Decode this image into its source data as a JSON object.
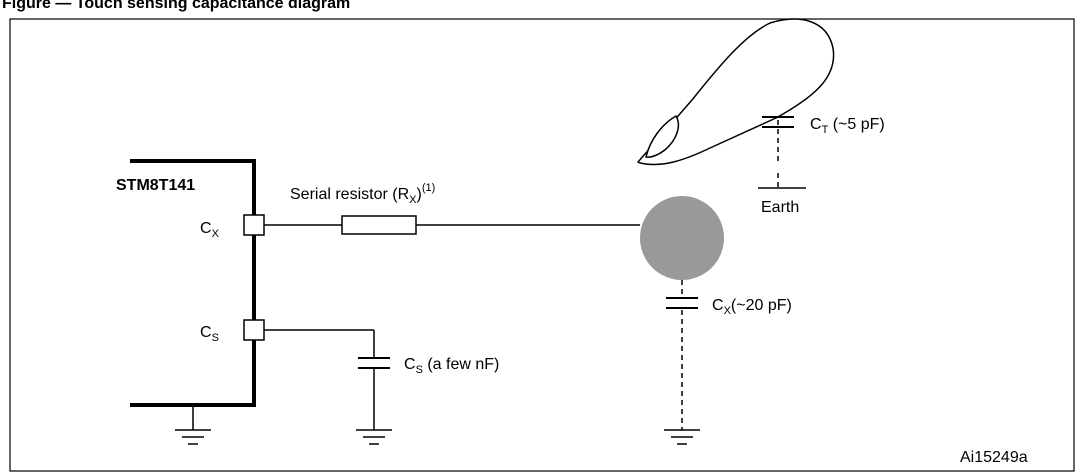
{
  "figure": {
    "header_text": "Figure — Touch sensing capacitance diagram",
    "reference": "Ai15249a"
  },
  "chip": {
    "name": "STM8T141",
    "pin_cx": {
      "main": "C",
      "sub": "X"
    },
    "pin_cs": {
      "main": "C",
      "sub": "S"
    }
  },
  "resistor": {
    "prefix": "Serial resistor (R",
    "sub": "X",
    "suffix": ")",
    "note": "(1)"
  },
  "cap_cs": {
    "main": "C",
    "sub": "S",
    "rest": " (a few nF)"
  },
  "cap_cx": {
    "main": "C",
    "sub": "X",
    "rest": "(~20 pF)"
  },
  "cap_ct": {
    "main": "C",
    "sub": "T",
    "rest": " (~5 pF)"
  },
  "earth_label": "Earth",
  "colors": {
    "electrode": "#999999",
    "line": "#000000"
  }
}
